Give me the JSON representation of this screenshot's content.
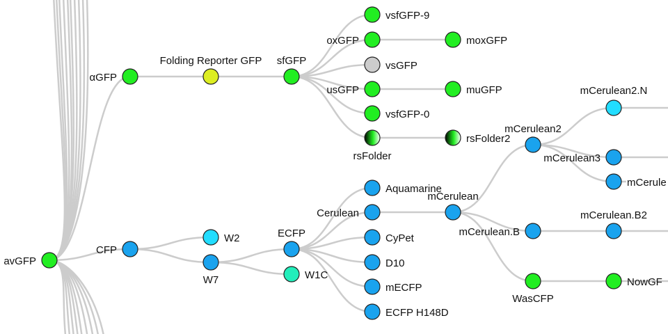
{
  "colors": {
    "green": "#22ee22",
    "yellow": "#ddee22",
    "gray": "#cccccc",
    "blue": "#1aa3ee",
    "cyan": "#22ddff",
    "teal": "#22eebb",
    "edge": "#cccccc"
  },
  "nodes": {
    "avgfp": {
      "label": "avGFP",
      "color": "green"
    },
    "agfp": {
      "label": "αGFP",
      "color": "green"
    },
    "folding": {
      "label": "Folding Reporter GFP",
      "color": "yellow"
    },
    "sfgfp": {
      "label": "sfGFP",
      "color": "green"
    },
    "vsfgfp9": {
      "label": "vsfGFP-9",
      "color": "green"
    },
    "oxgfp": {
      "label": "oxGFP",
      "color": "green"
    },
    "moxgfp": {
      "label": "moxGFP",
      "color": "green"
    },
    "vsgfp": {
      "label": "vsGFP",
      "color": "gray"
    },
    "usgfp": {
      "label": "usGFP",
      "color": "green"
    },
    "mugfp": {
      "label": "muGFP",
      "color": "green"
    },
    "vsfgfp0": {
      "label": "vsfGFP-0",
      "color": "green"
    },
    "rsfolder": {
      "label": "rsFolder",
      "color": "gradient"
    },
    "rsfolder2": {
      "label": "rsFolder2",
      "color": "gradient"
    },
    "cfp": {
      "label": "CFP",
      "color": "blue"
    },
    "w2": {
      "label": "W2",
      "color": "cyan"
    },
    "w7": {
      "label": "W7",
      "color": "blue"
    },
    "ecfp": {
      "label": "ECFP",
      "color": "blue"
    },
    "w1c": {
      "label": "W1C",
      "color": "teal"
    },
    "aquamarine": {
      "label": "Aquamarine",
      "color": "blue"
    },
    "cerulean": {
      "label": "Cerulean",
      "color": "blue"
    },
    "cypet": {
      "label": "CyPet",
      "color": "blue"
    },
    "d10": {
      "label": "D10",
      "color": "blue"
    },
    "mecfp": {
      "label": "mECFP",
      "color": "blue"
    },
    "ecfph148d": {
      "label": "ECFP H148D",
      "color": "blue"
    },
    "mcerulean": {
      "label": "mCerulean",
      "color": "blue"
    },
    "mcerulean2": {
      "label": "mCerulean2",
      "color": "blue"
    },
    "mcerulean2n": {
      "label": "mCerulean2.N",
      "color": "cyan"
    },
    "mcerulean3": {
      "label": "mCerulean3",
      "color": "blue"
    },
    "mcerulean_cut": {
      "label": "mCerule",
      "color": "blue"
    },
    "mceruleanb": {
      "label": "mCerulean.B",
      "color": "blue"
    },
    "mceruleanb2": {
      "label": "mCerulean.B2",
      "color": "blue"
    },
    "wascfp": {
      "label": "WasCFP",
      "color": "green"
    },
    "nowgf": {
      "label": "NowGF",
      "color": "green"
    }
  },
  "edges": [
    [
      "avgfp",
      "agfp"
    ],
    [
      "agfp",
      "folding"
    ],
    [
      "folding",
      "sfgfp"
    ],
    [
      "sfgfp",
      "vsfgfp9"
    ],
    [
      "sfgfp",
      "oxgfp"
    ],
    [
      "sfgfp",
      "vsgfp"
    ],
    [
      "sfgfp",
      "usgfp"
    ],
    [
      "sfgfp",
      "vsfgfp0"
    ],
    [
      "sfgfp",
      "rsfolder"
    ],
    [
      "oxgfp",
      "moxgfp"
    ],
    [
      "usgfp",
      "mugfp"
    ],
    [
      "rsfolder",
      "rsfolder2"
    ],
    [
      "avgfp",
      "cfp"
    ],
    [
      "cfp",
      "w2"
    ],
    [
      "cfp",
      "w7"
    ],
    [
      "w7",
      "ecfp"
    ],
    [
      "w7",
      "w1c"
    ],
    [
      "ecfp",
      "aquamarine"
    ],
    [
      "ecfp",
      "cerulean"
    ],
    [
      "ecfp",
      "cypet"
    ],
    [
      "ecfp",
      "d10"
    ],
    [
      "ecfp",
      "mecfp"
    ],
    [
      "ecfp",
      "ecfph148d"
    ],
    [
      "cerulean",
      "mcerulean"
    ],
    [
      "mcerulean",
      "mcerulean2"
    ],
    [
      "mcerulean",
      "mceruleanb"
    ],
    [
      "mcerulean",
      "wascfp"
    ],
    [
      "mcerulean2",
      "mcerulean2n"
    ],
    [
      "mcerulean2",
      "mcerulean3"
    ],
    [
      "mcerulean2",
      "mcerulean_cut"
    ],
    [
      "mceruleanb",
      "mceruleanb2"
    ],
    [
      "wascfp",
      "nowgf"
    ]
  ]
}
